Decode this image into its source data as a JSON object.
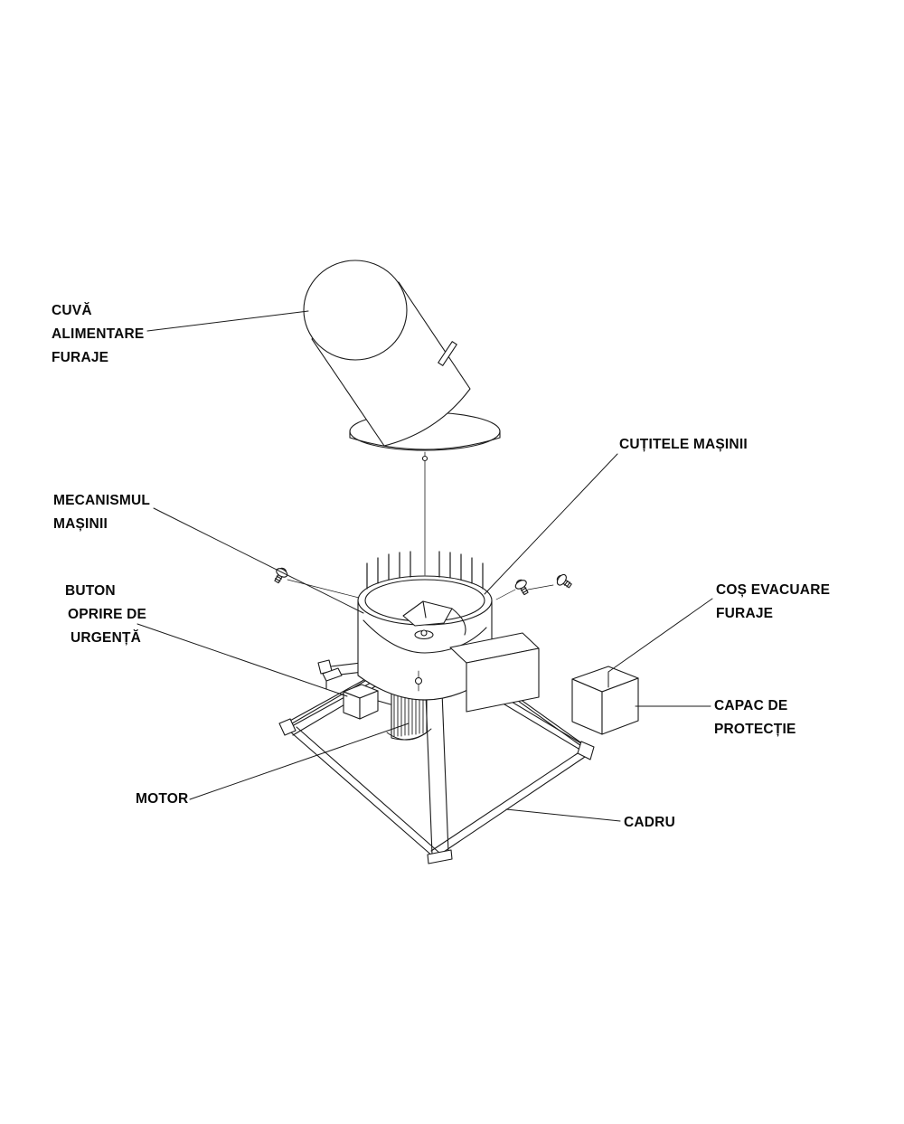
{
  "diagram": {
    "background": "#ffffff",
    "line_color": "#1a1a1a",
    "text_color": "#0a0a0a",
    "labels": {
      "cuva": {
        "lines": [
          "CUVĂ",
          "ALIMENTARE",
          "FURAJE"
        ]
      },
      "cutitele": {
        "lines": [
          "CUȚITELE MAȘINII"
        ]
      },
      "mecanismul": {
        "lines": [
          "MECANISMUL",
          "MAȘINII"
        ]
      },
      "buton": {
        "lines": [
          "BUTON",
          "OPRIRE DE",
          "URGENȚĂ"
        ]
      },
      "cos": {
        "lines": [
          "COȘ EVACUARE",
          "FURAJE"
        ]
      },
      "capac": {
        "lines": [
          "CAPAC DE",
          "PROTECȚIE"
        ]
      },
      "motor": {
        "lines": [
          "MOTOR"
        ]
      },
      "cadru": {
        "lines": [
          "CADRU"
        ]
      }
    }
  }
}
